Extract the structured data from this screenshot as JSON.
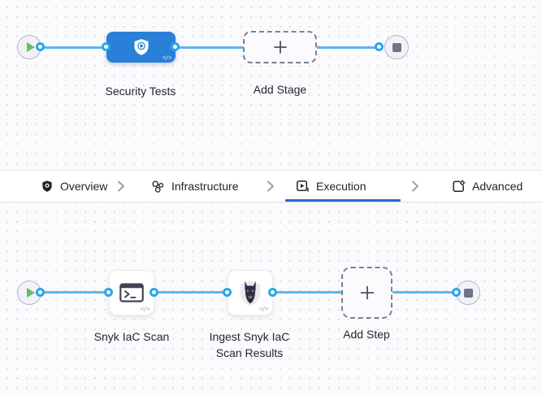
{
  "stage_graph": {
    "stage": {
      "label": "Security Tests",
      "code_badge": "</>"
    },
    "add_stage": {
      "label": "Add Stage"
    }
  },
  "tab_bar": {
    "tabs": [
      {
        "label": "Overview",
        "active": false
      },
      {
        "label": "Infrastructure",
        "active": false
      },
      {
        "label": "Execution",
        "active": true
      },
      {
        "label": "Advanced",
        "active": false
      }
    ]
  },
  "step_graph": {
    "steps": [
      {
        "label": "Snyk IaC Scan",
        "code_badge": "</>"
      },
      {
        "label": "Ingest Snyk IaC Scan Results",
        "code_badge": "</>"
      }
    ],
    "add_step": {
      "label": "Add Step"
    }
  },
  "colors": {
    "stage_node_blue": "#2a80d8",
    "connector_line_blue": "#5fb5ed",
    "connector_dot_ring": "#2ba6e8",
    "active_tab_underline": "#2569cd",
    "play_green": "#67bd68",
    "stop_gray": "#6f7489",
    "label_text": "#22272f",
    "dashed_border": "#7c8093"
  }
}
